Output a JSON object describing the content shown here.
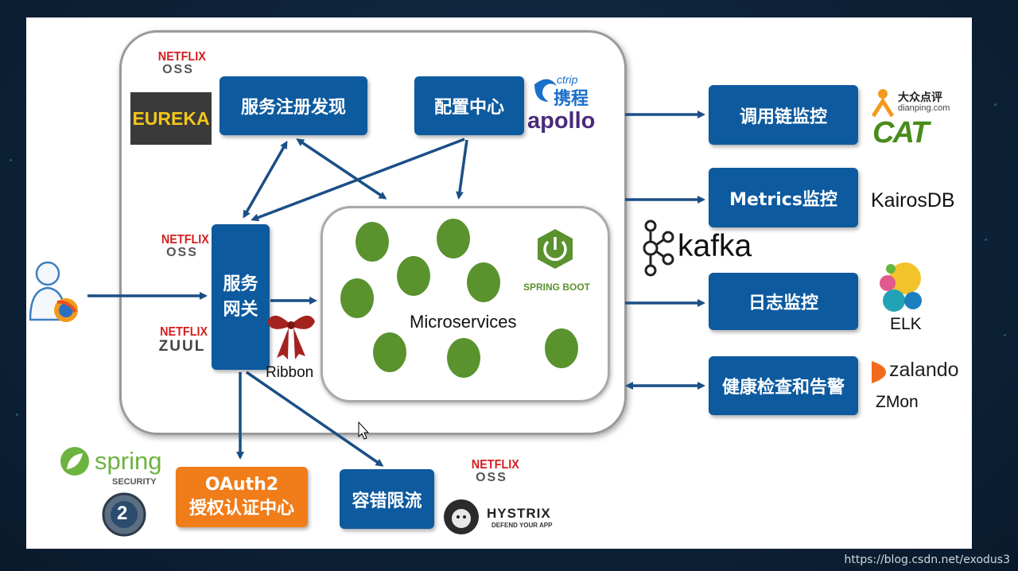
{
  "slide": {
    "boxes": {
      "registry": "服务注册发现",
      "config": "配置中心",
      "gateway_line1": "服务",
      "gateway_line2": "网关",
      "oauth_line1": "OAuth2",
      "oauth_line2": "授权认证中心",
      "fault": "容错限流",
      "tracing": "调用链监控",
      "metrics": "Metrics监控",
      "logging": "日志监控",
      "health": "健康检查和告警"
    },
    "microservices_label": "Microservices",
    "ribbon_label": "Ribbon",
    "logos": {
      "netflix": "NETFLIX",
      "oss": "OSS",
      "zuul": "ZUUL",
      "eureka": "EUREKA",
      "ctrip": "ctrip",
      "ctrip_cn": "携程",
      "apollo": "apollo",
      "spring_boot": "SPRING BOOT",
      "dianping_cn": "大众点评",
      "dianping_url": "dianping.com",
      "cat": "CAT",
      "kairos": "KairosDB",
      "kafka": "kafka",
      "elk": "ELK",
      "zalando": "zalando",
      "zmon": "ZMon",
      "spring": "spring",
      "security": "SECURITY",
      "oauth_badge": "2",
      "hystrix": "HYSTRIX",
      "hystrix_tag": "DEFEND YOUR APP"
    },
    "colors": {
      "box_blue": "#0d5a9f",
      "box_orange": "#f07d1a",
      "service_green": "#5a922e",
      "netflix_red": "#d41f1f",
      "arrow_blue": "#1b4f86"
    }
  },
  "watermark": "https://blog.csdn.net/exodus3"
}
